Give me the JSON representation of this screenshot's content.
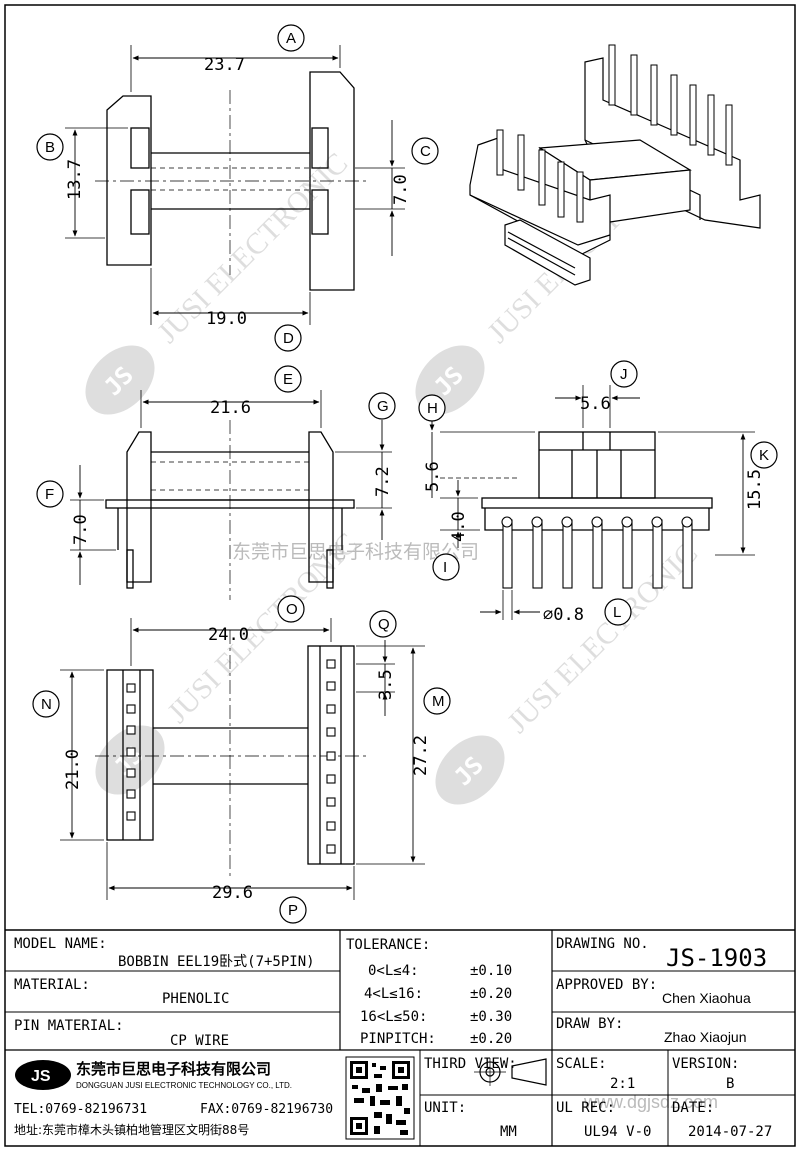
{
  "views": {
    "top": {
      "dims": {
        "width_a": "23.7",
        "height_b": "13.7",
        "gap_c": "7.0",
        "core_d": "19.0"
      },
      "labels": {
        "a": "A",
        "b": "B",
        "c": "C",
        "d": "D"
      }
    },
    "front": {
      "dims": {
        "width_e": "21.6",
        "f": "7.0",
        "g": "7.2"
      },
      "labels": {
        "e": "E",
        "f": "F",
        "g": "G"
      }
    },
    "side": {
      "dims": {
        "j": "5.6",
        "h": "5.6",
        "i": "4.0",
        "k": "15.5",
        "l": "⌀0.8"
      },
      "labels": {
        "h": "H",
        "i": "I",
        "j": "J",
        "k": "K",
        "l": "L"
      }
    },
    "bottom": {
      "dims": {
        "o": "24.0",
        "q": "3.5",
        "n": "21.0",
        "m": "27.2",
        "p": "29.6"
      },
      "labels": {
        "m": "M",
        "n": "N",
        "o": "O",
        "p": "P",
        "q": "Q"
      }
    }
  },
  "watermark": {
    "company_cn": "东莞市巨思电子科技有限公司",
    "logo_text": "JS",
    "en": "JUSI ELECTRONIC",
    "url": "www.dgjsdz.com"
  },
  "title_block": {
    "model_name_label": "MODEL NAME:",
    "model_name_value": "BOBBIN EEL19卧式(7+5PIN)",
    "material_label": "MATERIAL:",
    "material_value": "PHENOLIC",
    "pin_material_label": "PIN MATERIAL:",
    "pin_material_value": "CP WIRE",
    "tolerance_label": "TOLERANCE:",
    "tolerance_rows": [
      {
        "range": "0<L≤4:",
        "value": "±0.10"
      },
      {
        "range": "4<L≤16:",
        "value": "±0.20"
      },
      {
        "range": "16<L≤50:",
        "value": "±0.30"
      },
      {
        "range": "PINPITCH:",
        "value": "±0.20"
      }
    ],
    "drawing_no_label": "DRAWING NO.",
    "drawing_no_value": "JS-1903",
    "approved_by_label": "APPROVED BY:",
    "approved_by_value": "Chen Xiaohua",
    "draw_by_label": "DRAW BY:",
    "draw_by_value": "Zhao Xiaojun",
    "third_view_label": "THIRD VIEW:",
    "unit_label": "UNIT:",
    "unit_value": "MM",
    "scale_label": "SCALE:",
    "scale_value": "2:1",
    "version_label": "VERSION:",
    "version_value": "B",
    "ul_rec_label": "UL REC:",
    "ul_rec_value": "UL94 V-0",
    "date_label": "DATE:",
    "date_value": "2014-07-27",
    "company_cn": "东莞市巨思电子科技有限公司",
    "company_en": "DONGGUAN JUSI ELECTRONIC TECHNOLOGY CO., LTD.",
    "logo_text": "JS",
    "tel": "TEL:0769-82196731",
    "fax": "FAX:0769-82196730",
    "address": "地址:东莞市樟木头镇柏地管理区文明街88号"
  }
}
